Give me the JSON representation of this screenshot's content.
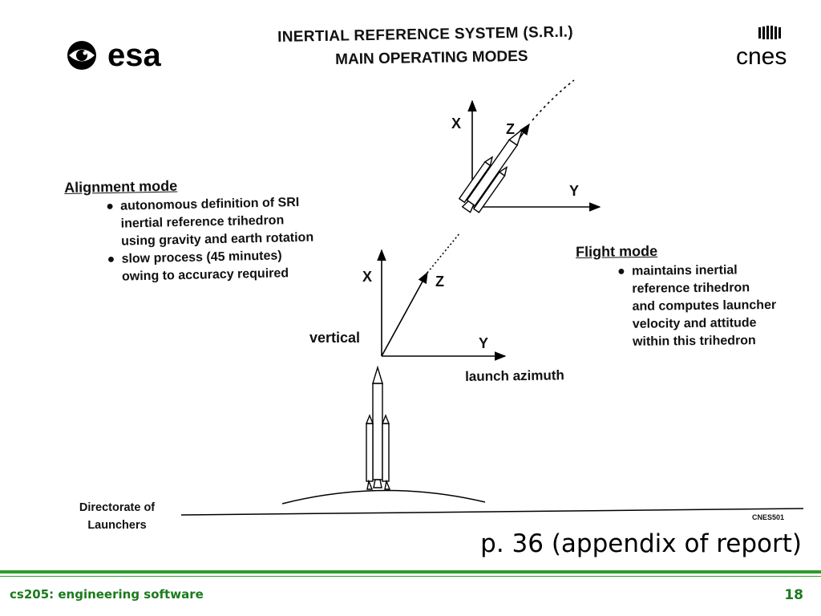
{
  "header": {
    "title_line1": "INERTIAL REFERENCE SYSTEM (S.R.I.)",
    "title_line2": "MAIN OPERATING MODES",
    "left_logo_text": "esa",
    "right_logo_text": "cnes"
  },
  "alignment_mode": {
    "heading": "Alignment mode",
    "items": [
      {
        "lines": [
          "autonomous definition of SRI",
          "inertial reference trihedron",
          "using gravity and earth rotation"
        ]
      },
      {
        "lines": [
          "slow process (45 minutes)",
          "owing to accuracy required"
        ]
      }
    ]
  },
  "flight_mode": {
    "heading": "Flight mode",
    "items": [
      {
        "lines": [
          "maintains inertial",
          "reference trihedron",
          "and computes launcher",
          "velocity and attitude",
          "within this trihedron"
        ]
      }
    ]
  },
  "diagram": {
    "ground_axes": {
      "x": "X",
      "y": "Y",
      "z": "Z"
    },
    "flight_axes": {
      "x": "X",
      "y": "Y",
      "z": "Z"
    },
    "vertical_label": "vertical",
    "azimuth_label": "launch azimuth",
    "bullet": "●"
  },
  "directorate": {
    "line1": "Directorate of",
    "line2": "Launchers"
  },
  "cnes_code": "CNES501",
  "note": "p. 36 (appendix of report)",
  "footer": {
    "course": "cs205: engineering software",
    "page": "18",
    "accent_color": "#2f9b2c"
  }
}
